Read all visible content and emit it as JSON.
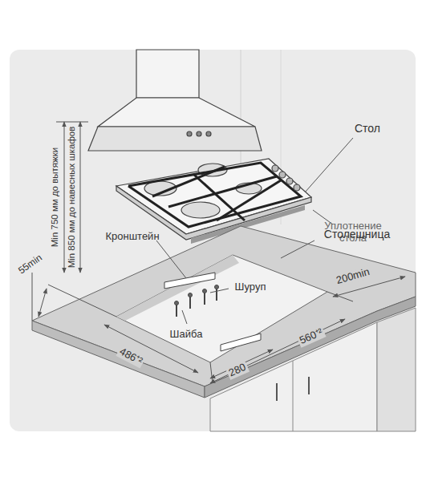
{
  "diagram": {
    "labels": [
      "Стол",
      "Уплотнение стола",
      "Столешница",
      "Кронштейн",
      "Шуруп",
      "Шайба",
      "Min 750 мм до вытяжки",
      "Min 850 мм до навесных шкафов",
      "55min",
      "486⁺²",
      "280",
      "560⁺²",
      "200min"
    ]
  }
}
